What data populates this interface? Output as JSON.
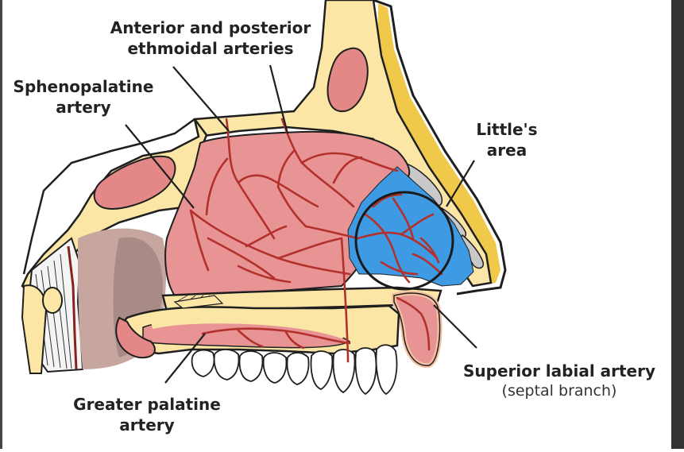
{
  "labels": {
    "ethmoidal": [
      "Anterior and posterior",
      "ethmoidal arteries"
    ],
    "sphenopalatine": [
      "Sphenopalatine",
      "artery"
    ],
    "littles": [
      "Little's",
      "area"
    ],
    "superior_labial": "Superior labial artery",
    "superior_labial_sub": "(septal branch)",
    "greater_palatine": [
      "Greater palatine",
      "artery"
    ]
  },
  "colors": {
    "bone": "#fbe6a6",
    "mucosa": "#e89494",
    "artery": "#b3312c",
    "littles_area": "#3d9ae3",
    "outline": "#1f1f1f"
  }
}
